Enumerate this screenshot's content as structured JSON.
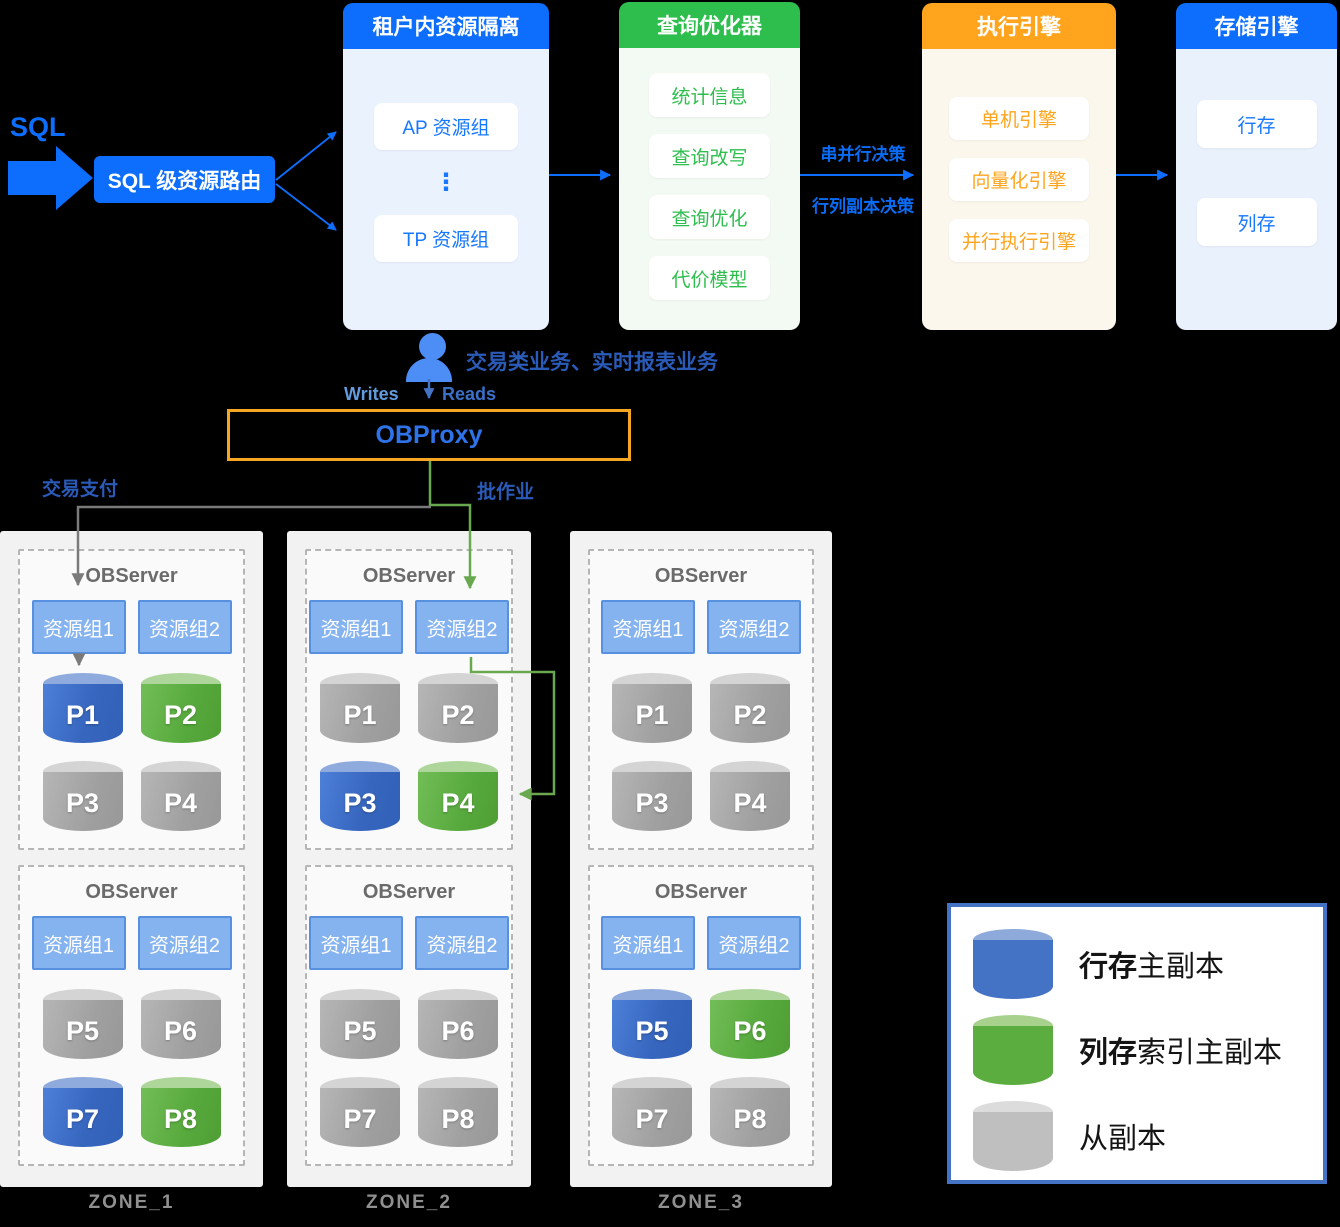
{
  "colors": {
    "accent_blue": "#0D6EFD",
    "accent_green": "#2EBE4E",
    "accent_orange": "#FFA41C",
    "proxy_border": "#F5A623",
    "link_green": "#69A84F",
    "link_gray": "#7A7A7A",
    "row_primary_cylinder": "#4472C4",
    "col_primary_cylinder": "#5CAD3F",
    "follower_cylinder": "#BFBFBF"
  },
  "flow": {
    "sql_label": "SQL",
    "router_label": "SQL 级资源路由",
    "panels": [
      {
        "title": "租户内资源隔离",
        "items": [
          "AP 资源组",
          "⋮",
          "TP 资源组"
        ]
      },
      {
        "title": "查询优化器",
        "items": [
          "统计信息",
          "查询改写",
          "查询优化",
          "代价模型"
        ]
      },
      {
        "title": "执行引擎",
        "items": [
          "单机引擎",
          "向量化引擎",
          "并行执行引擎"
        ]
      },
      {
        "title": "存储引擎",
        "items": [
          "行存",
          "列存"
        ]
      }
    ],
    "arrow_labels": {
      "top": "串并行决策",
      "bottom": "行列副本决策"
    }
  },
  "middle": {
    "user_caption": "交易类业务、实时报表业务",
    "writes": "Writes",
    "reads": "Reads",
    "proxy": "OBProxy",
    "left_branch": "交易支付",
    "right_branch": "批作业"
  },
  "zones": [
    {
      "label": "ZONE_1",
      "servers": [
        {
          "title": "OBServer",
          "groups": [
            "资源组1",
            "资源组2"
          ],
          "partitions": [
            {
              "label": "P1",
              "type": "row-primary"
            },
            {
              "label": "P2",
              "type": "col-primary"
            },
            {
              "label": "P3",
              "type": "follower"
            },
            {
              "label": "P4",
              "type": "follower"
            }
          ]
        },
        {
          "title": "OBServer",
          "groups": [
            "资源组1",
            "资源组2"
          ],
          "partitions": [
            {
              "label": "P5",
              "type": "follower"
            },
            {
              "label": "P6",
              "type": "follower"
            },
            {
              "label": "P7",
              "type": "row-primary"
            },
            {
              "label": "P8",
              "type": "col-primary"
            }
          ]
        }
      ]
    },
    {
      "label": "ZONE_2",
      "servers": [
        {
          "title": "OBServer",
          "groups": [
            "资源组1",
            "资源组2"
          ],
          "partitions": [
            {
              "label": "P1",
              "type": "follower"
            },
            {
              "label": "P2",
              "type": "follower"
            },
            {
              "label": "P3",
              "type": "row-primary"
            },
            {
              "label": "P4",
              "type": "col-primary"
            }
          ]
        },
        {
          "title": "OBServer",
          "groups": [
            "资源组1",
            "资源组2"
          ],
          "partitions": [
            {
              "label": "P5",
              "type": "follower"
            },
            {
              "label": "P6",
              "type": "follower"
            },
            {
              "label": "P7",
              "type": "follower"
            },
            {
              "label": "P8",
              "type": "follower"
            }
          ]
        }
      ]
    },
    {
      "label": "ZONE_3",
      "servers": [
        {
          "title": "OBServer",
          "groups": [
            "资源组1",
            "资源组2"
          ],
          "partitions": [
            {
              "label": "P1",
              "type": "follower"
            },
            {
              "label": "P2",
              "type": "follower"
            },
            {
              "label": "P3",
              "type": "follower"
            },
            {
              "label": "P4",
              "type": "follower"
            }
          ]
        },
        {
          "title": "OBServer",
          "groups": [
            "资源组1",
            "资源组2"
          ],
          "partitions": [
            {
              "label": "P5",
              "type": "row-primary"
            },
            {
              "label": "P6",
              "type": "col-primary"
            },
            {
              "label": "P7",
              "type": "follower"
            },
            {
              "label": "P8",
              "type": "follower"
            }
          ]
        }
      ]
    }
  ],
  "legend": {
    "items": [
      {
        "type": "row-primary",
        "bold": "行存",
        "text": "主副本"
      },
      {
        "type": "col-primary",
        "bold": "列存",
        "text": "索引主副本"
      },
      {
        "type": "follower",
        "bold": "",
        "text": "从副本"
      }
    ]
  }
}
